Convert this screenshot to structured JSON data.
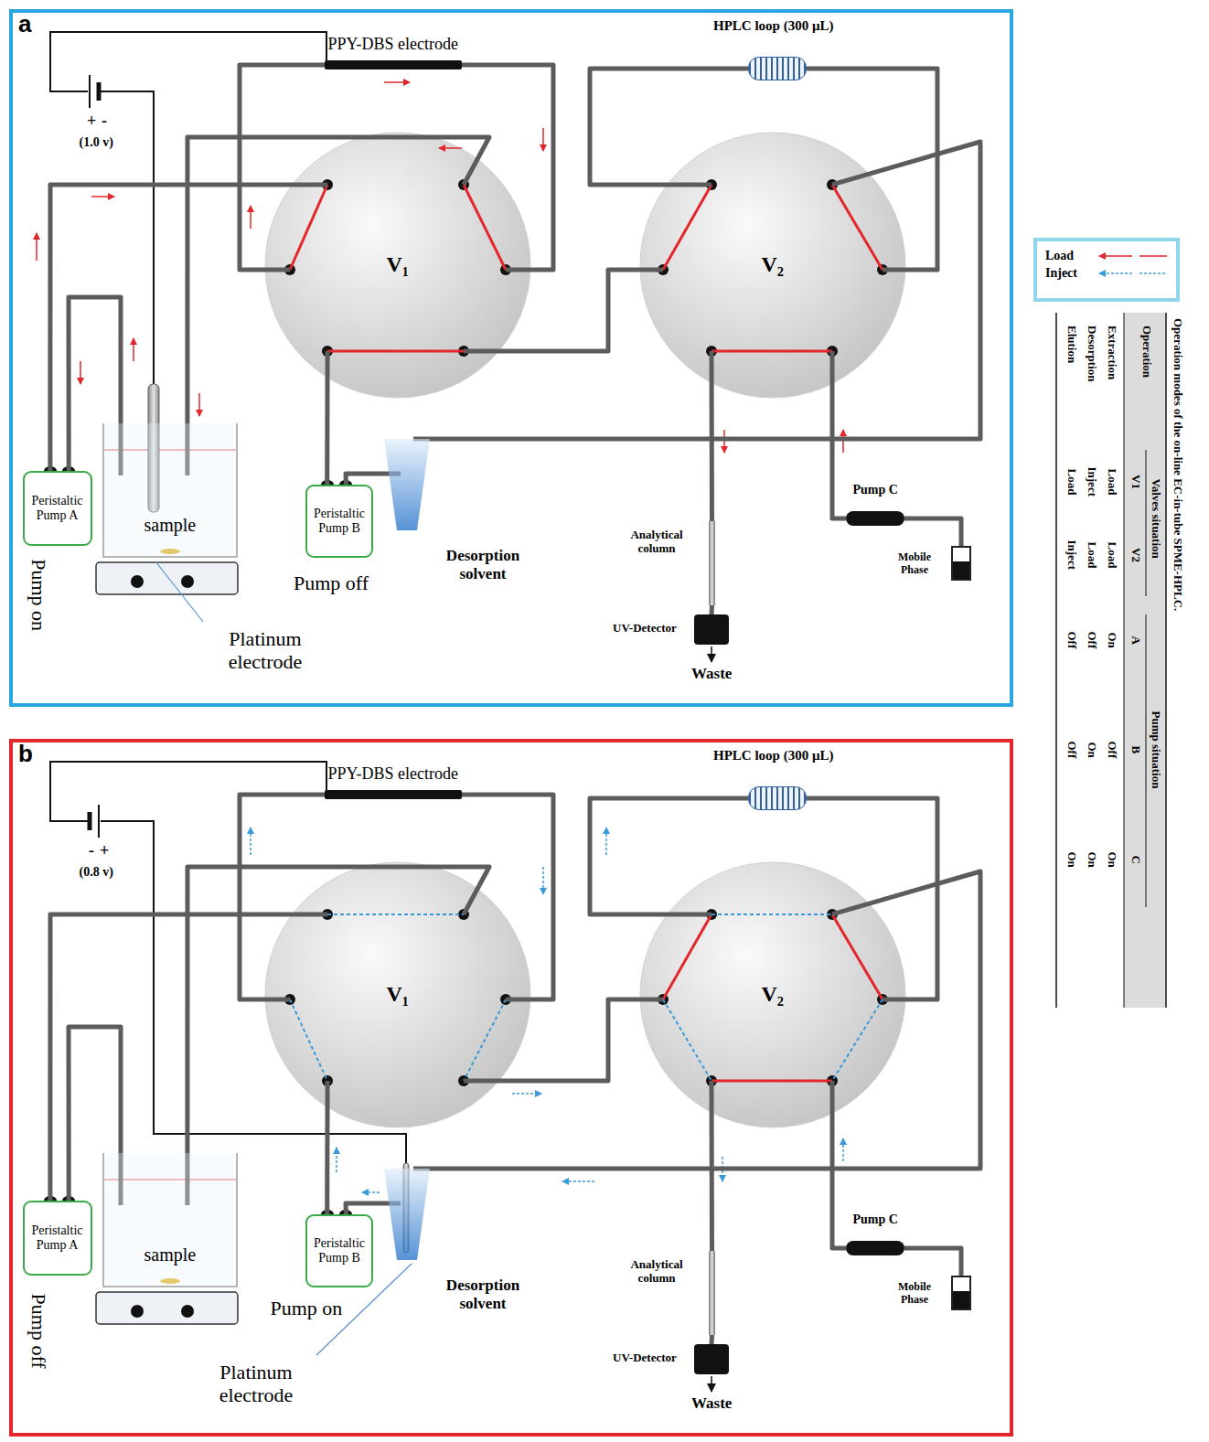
{
  "diagram": {
    "nodes": [
      {
        "text": [
          "a"
        ]
      },
      {
        "text": [
          "PPY-DBS electrode"
        ],
        "in": 0
      },
      {
        "text": [
          "HPLC loop (300 µL)"
        ],
        "in": 0
      },
      {
        "text": [
          "V₁"
        ],
        "in": 0
      },
      {
        "text": [
          "V₂"
        ],
        "in": 0
      },
      {
        "text": [
          "Peristaltic Pump A"
        ],
        "in": 0
      },
      {
        "text": [
          "sample"
        ],
        "in": 0
      },
      {
        "text": [
          "Peristaltic Pump B"
        ],
        "in": 0
      },
      {
        "text": [
          "Desorption solvent"
        ],
        "in": 0
      },
      {
        "text": [
          "Pump C"
        ],
        "in": 0
      },
      {
        "text": [
          "Analytical column"
        ],
        "in": 0
      },
      {
        "text": [
          "Mobile Phase"
        ],
        "in": 0
      },
      {
        "text": [
          "UV-Detector"
        ],
        "in": 0
      },
      {
        "text": [
          "b"
        ]
      },
      {
        "text": [
          "PPY-DBS electrode"
        ],
        "in": 13
      },
      {
        "text": [
          "HPLC loop (300 µL)"
        ],
        "in": 13
      },
      {
        "text": [
          "V₁"
        ],
        "in": 13
      },
      {
        "text": [
          "V₂"
        ],
        "in": 13
      },
      {
        "text": [
          "Peristaltic Pump A"
        ],
        "in": 13
      },
      {
        "text": [
          "sample"
        ],
        "in": 13
      },
      {
        "text": [
          "Peristaltic Pump B"
        ],
        "in": 13
      },
      {
        "text": [
          "Desorption solvent"
        ],
        "in": 13
      },
      {
        "text": [
          "Pump C"
        ],
        "in": 13
      },
      {
        "text": [
          "Analytical column"
        ],
        "in": 13
      },
      {
        "text": [
          "Mobile Phase"
        ],
        "in": 13
      },
      {
        "text": [
          "UV-Detector"
        ],
        "in": 13
      }
    ],
    "edges": [
      {
        "from": 6,
        "to": 5,
        "arrow": "none"
      },
      {
        "from": 5,
        "to": 3,
        "arrow": "none"
      },
      {
        "from": 3,
        "to": 1,
        "arrow": "none"
      },
      {
        "from": 1,
        "to": 3,
        "arrow": "none"
      },
      {
        "from": 3,
        "to": 6,
        "arrow": "none"
      },
      {
        "from": 3,
        "to": 7,
        "arrow": "none"
      },
      {
        "from": 3,
        "to": 4,
        "arrow": "none"
      },
      {
        "from": 4,
        "to": 2,
        "arrow": "none"
      },
      {
        "from": 2,
        "to": 4,
        "arrow": "none"
      },
      {
        "from": 7,
        "to": 8,
        "arrow": "none"
      },
      {
        "from": 8,
        "to": 4,
        "arrow": "none"
      },
      {
        "from": 9,
        "to": 4,
        "arrow": "none"
      },
      {
        "from": 4,
        "to": 10,
        "arrow": "none"
      },
      {
        "from": 10,
        "to": 12,
        "arrow": "none"
      },
      {
        "from": 11,
        "to": 9,
        "arrow": "none"
      },
      {
        "from": 19,
        "to": 18,
        "arrow": "none"
      },
      {
        "from": 18,
        "to": 16,
        "arrow": "none"
      },
      {
        "from": 16,
        "to": 14,
        "arrow": "none"
      },
      {
        "from": 14,
        "to": 16,
        "arrow": "none"
      },
      {
        "from": 16,
        "to": 19,
        "arrow": "none"
      },
      {
        "from": 16,
        "to": 20,
        "arrow": "none"
      },
      {
        "from": 16,
        "to": 17,
        "arrow": "none"
      },
      {
        "from": 17,
        "to": 15,
        "arrow": "none"
      },
      {
        "from": 15,
        "to": 17,
        "arrow": "none"
      },
      {
        "from": 20,
        "to": 21,
        "arrow": "none"
      },
      {
        "from": 21,
        "to": 17,
        "arrow": "none"
      },
      {
        "from": 22,
        "to": 17,
        "arrow": "none"
      },
      {
        "from": 17,
        "to": 23,
        "arrow": "none"
      },
      {
        "from": 23,
        "to": 25,
        "arrow": "none"
      },
      {
        "from": 24,
        "to": 22,
        "arrow": "none"
      }
    ],
    "labels": [
      "(1.0 v)",
      "+",
      "-",
      "Pump on",
      "Platinum electrode",
      "Pump off",
      "Waste",
      "(0.8 v)",
      "-",
      "+",
      "Pump off",
      "Pump on",
      "Platinum electrode",
      "Waste",
      "Operation modes of the on-line EC-in-tube SPME-HPLC.",
      "Operation",
      "Valves situation",
      "Pump situation",
      "V1",
      "V2",
      "A",
      "B",
      "C",
      "Extraction",
      "Load",
      "Load",
      "On",
      "Off",
      "On",
      "Desorption",
      "Inject",
      "Load",
      "Off",
      "On",
      "On",
      "Elution",
      "Load",
      "Inject",
      "Off",
      "Off",
      "On"
    ],
    "legend": [
      {
        "text": "Load"
      },
      {
        "text": "Inject"
      }
    ]
  }
}
